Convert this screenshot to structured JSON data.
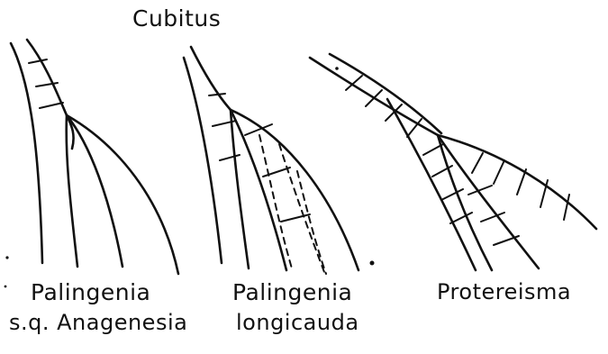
{
  "title": "Cubitus",
  "panels": [
    {
      "name_line1": "Palingenia",
      "name_line2": "s.q. Anagenesia"
    },
    {
      "name_line1": "Palingenia",
      "name_line2": "longicauda"
    },
    {
      "name_line1": "Protereisma",
      "name_line2": ""
    }
  ]
}
